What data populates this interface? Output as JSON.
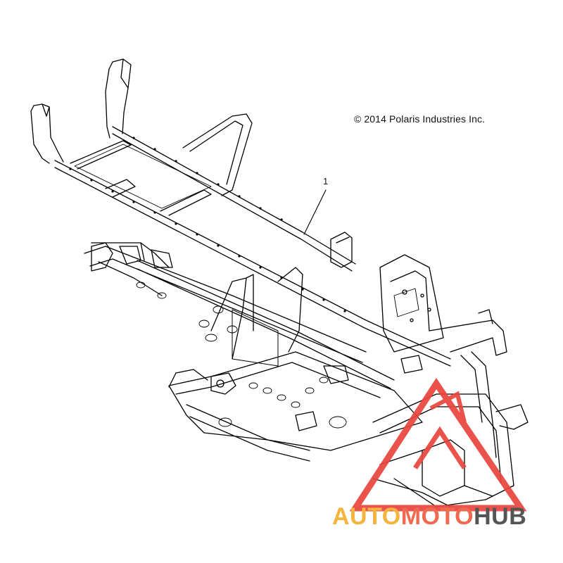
{
  "diagram": {
    "copyright": "© 2014 Polaris Industries Inc.",
    "callout": "1"
  },
  "watermark": {
    "auto": "AUTO",
    "moto": "MOTO",
    "hub": "HUB",
    "colors": {
      "auto": "#f5b53d",
      "moto": "#ef6a4f",
      "hub": "#555555",
      "triangle": "#e8453c"
    }
  }
}
